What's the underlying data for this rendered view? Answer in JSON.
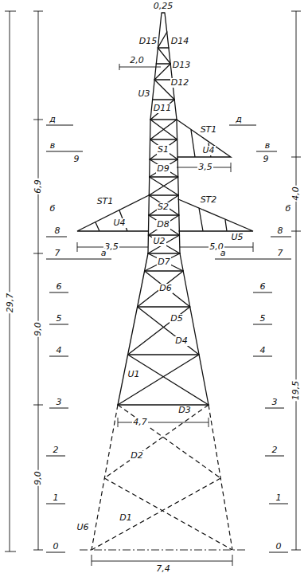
{
  "diagram": {
    "labels": [
      "0,25",
      "D15",
      "D14",
      "2,0",
      "D13",
      "D12",
      "D11",
      "U3",
      "д",
      "д",
      "ST1",
      "U4",
      "в",
      "в",
      "9",
      "9",
      "S1",
      "D9",
      "3,5",
      "6,9",
      "4,0",
      "б",
      "б",
      "8",
      "8",
      "ST1",
      "U4",
      "ST2",
      "U5",
      "S2",
      "D8",
      "3,5",
      "U2",
      "5,0",
      "7",
      "7",
      "а",
      "а",
      "D7",
      "6",
      "6",
      "D6",
      "5",
      "5",
      "D5",
      "4",
      "4",
      "D4",
      "U1",
      "9,0",
      "19,5",
      "29,7",
      "3",
      "3",
      "D3",
      "4,7",
      "2",
      "2",
      "D2",
      "9,0",
      "1",
      "1",
      "D1",
      "U6",
      "0",
      "0",
      "7,4"
    ]
  }
}
